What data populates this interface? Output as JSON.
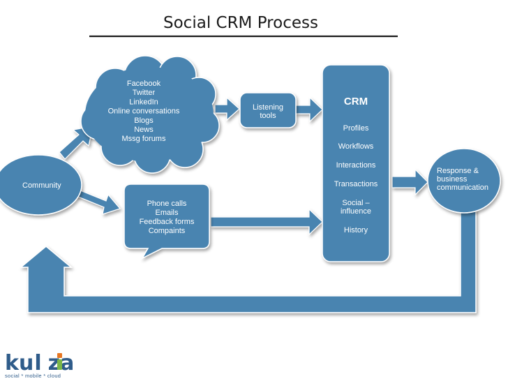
{
  "title": "Social CRM Process",
  "colors": {
    "node_fill": "#4a84b0",
    "node_border": "#ffffff",
    "title_rule": "#1a1a1a",
    "logo_blue": "#2f5c8a",
    "logo_i_orange": "#e87722",
    "logo_i_green": "#7ab648"
  },
  "nodes": {
    "community": {
      "label": "Community"
    },
    "social_cloud": {
      "lines": [
        "Facebook",
        "Twitter",
        "LinkedIn",
        "Online conversations",
        "Blogs",
        "News",
        "Mssg forums"
      ]
    },
    "listening_tools": {
      "lines": [
        "Listening",
        "tools"
      ]
    },
    "direct_channels": {
      "lines": [
        "Phone calls",
        "Emails",
        "Feedback forms",
        "Compaints"
      ]
    },
    "crm": {
      "title": "CRM",
      "items": [
        {
          "lines": [
            "Profiles"
          ]
        },
        {
          "lines": [
            "Workflows"
          ]
        },
        {
          "lines": [
            "Interactions"
          ]
        },
        {
          "lines": [
            "Transactions"
          ]
        },
        {
          "lines": [
            "Social –",
            "influence"
          ]
        },
        {
          "lines": [
            "History"
          ]
        }
      ]
    },
    "response": {
      "lines": [
        "Response &",
        "business",
        "communication"
      ]
    }
  },
  "flow_arrows": [
    {
      "name": "community-to-social-arrow",
      "icon": "diagonal-up-arrow"
    },
    {
      "name": "community-to-direct-arrow",
      "icon": "diagonal-down-arrow"
    },
    {
      "name": "social-to-listening-arrow",
      "icon": "right-arrow"
    },
    {
      "name": "listening-to-crm-arrow",
      "icon": "right-arrow"
    },
    {
      "name": "direct-to-crm-arrow",
      "icon": "right-arrow"
    },
    {
      "name": "crm-to-response-arrow",
      "icon": "right-arrow"
    },
    {
      "name": "feedback-loop-arrow",
      "icon": "u-turn-arrow"
    }
  ],
  "logo": {
    "text_left": "ku",
    "text_mid": "l",
    "text_right": "za",
    "tagline": "social * mobile * cloud"
  }
}
